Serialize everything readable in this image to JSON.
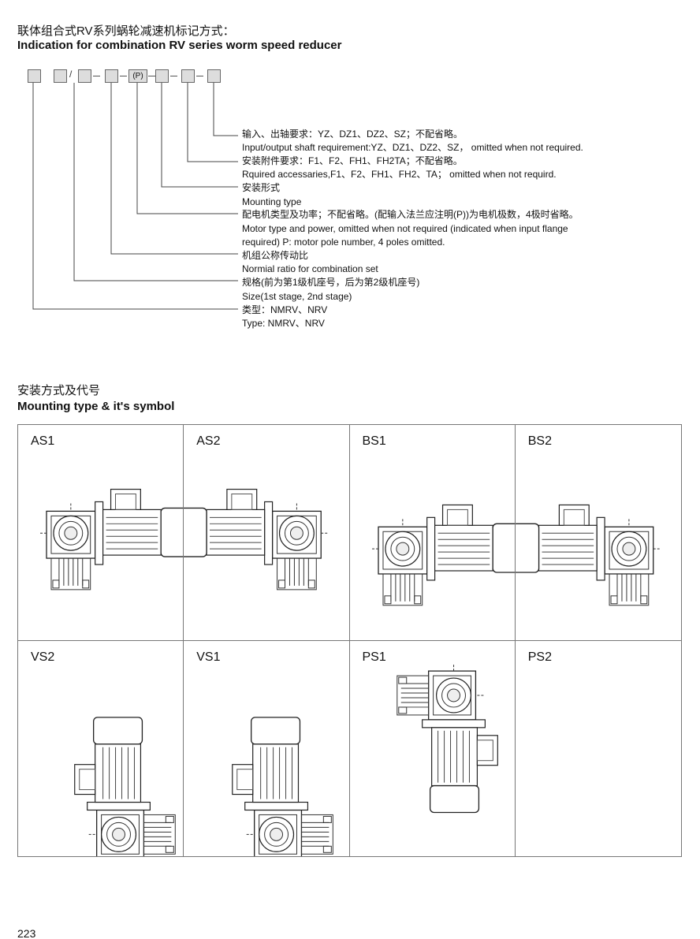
{
  "title_cn": "联体组合式RV系列蜗轮减速机标记方式：",
  "title_en": "Indication for combination RV series worm speed reducer",
  "code": {
    "slash": "/",
    "p_label": "(P)"
  },
  "descriptions": [
    "输入、出轴要求：YZ、DZ1、DZ2、SZ；不配省略。",
    "Input/output shaft requirement:YZ、DZ1、DZ2、SZ，  omitted when not required.",
    "安装附件要求：F1、F2、FH1、FH2TA；不配省略。",
    "Rquired accessaries,F1、F2、FH1、FH2、TA；  omitted when not requird.",
    "安装形式",
    "Mounting type",
    "配电机类型及功率；不配省略。(配输入法兰应注明(P))为电机极数，4极时省略。",
    "Motor type and power, omitted when not required (indicated when input flange",
    "required) P: motor pole number, 4 poles omitted.",
    "机组公称传动比",
    "Normial ratio for combination set",
    "规格(前为第1级机座号，后为第2级机座号)",
    "Size(1st stage, 2nd stage)",
    "类型：NMRV、NRV",
    "Type: NMRV、NRV"
  ],
  "section2_cn": "安装方式及代号",
  "section2_en": "Mounting type & it's symbol",
  "mounting_types": [
    {
      "label": "AS1",
      "layout": "h"
    },
    {
      "label": "AS2",
      "layout": "h-mirror"
    },
    {
      "label": "BS1",
      "layout": "h"
    },
    {
      "label": "BS2",
      "layout": "h-mirror"
    },
    {
      "label": "VS2",
      "layout": "v"
    },
    {
      "label": "VS1",
      "layout": "v"
    },
    {
      "label": "PS1",
      "layout": "p"
    },
    {
      "label": "PS2",
      "layout": "p-mirror"
    }
  ],
  "page_number": "223"
}
